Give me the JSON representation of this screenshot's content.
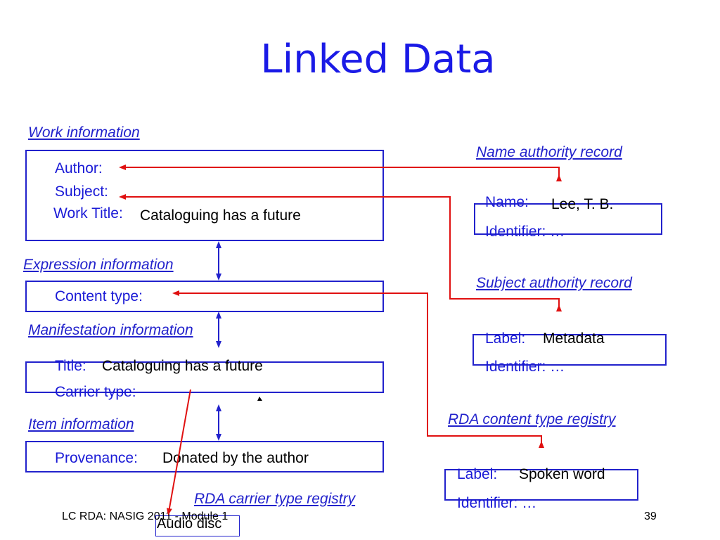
{
  "slide": {
    "title": "Linked Data",
    "footer": "LC RDA: NASIG 2011 - Module 1",
    "page_number": "39"
  },
  "sections": {
    "work": "Work information",
    "expression": "Expression information",
    "manifestation": "Manifestation information",
    "item": "Item information",
    "name_authority": "Name authority record",
    "subject_authority": "Subject authority record",
    "content_registry": "RDA content type registry",
    "carrier_registry": "RDA carrier type registry"
  },
  "work_box": {
    "author_label": "Author:",
    "subject_label": "Subject:",
    "title_label": "Work Title:",
    "title_value": "Cataloguing has a future"
  },
  "expression_box": {
    "content_label": "Content type:"
  },
  "manifestation_box": {
    "title_label": "Title:",
    "title_value": "Cataloguing has a future",
    "carrier_label": "Carrier type:"
  },
  "item_box": {
    "provenance_label": "Provenance:",
    "provenance_value": "Donated by the author"
  },
  "name_record": {
    "name_label": "Name:",
    "name_value": "Lee, T. B.",
    "id_label": "Identifier: …"
  },
  "subject_record": {
    "label_label": "Label:",
    "label_value": "Metadata",
    "id_label": "Identifier: …"
  },
  "content_record": {
    "label_label": "Label:",
    "label_value": "Spoken word",
    "id_label": "Identifier: …"
  },
  "carrier_record": {
    "value": "Audio disc"
  },
  "colors": {
    "title": "#1a1ae6",
    "link": "#2222cc",
    "arrow": "#e01010"
  }
}
